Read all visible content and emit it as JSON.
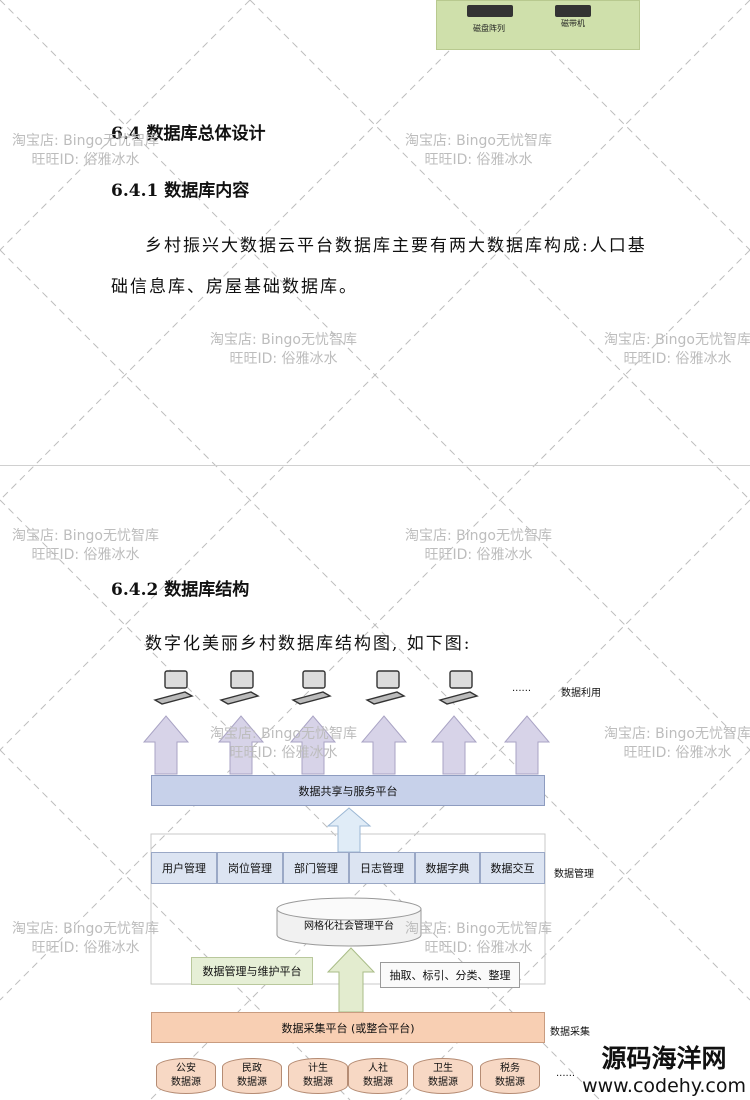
{
  "top_image": {
    "labels": [
      "磁盘阵列",
      "磁带机"
    ]
  },
  "section_6_4": {
    "title": "6.4 数据库总体设计"
  },
  "section_6_4_1": {
    "title": "6.4.1 数据库内容",
    "para_line1": "乡村振兴大数据云平台数据库主要有两大数据库构成:人口基",
    "para_line2": "础信息库、房屋基础数据库。"
  },
  "section_6_4_2": {
    "title": "6.4.2 数据库结构",
    "intro": "数字化美丽乡村数据库结构图, 如下图:"
  },
  "watermark": {
    "line1": "淘宝店: Bingo无忧智库",
    "line2": "旺旺ID: 俗雅冰水"
  },
  "diagram": {
    "ellipsis": "......",
    "label_data_use": "数据利用",
    "sharing_platform": "数据共享与服务平台",
    "modules": [
      "用户管理",
      "岗位管理",
      "部门管理",
      "日志管理",
      "数据字典",
      "数据交互"
    ],
    "label_data_mgmt": "数据管理",
    "grid_platform": "网格化社会管理平台",
    "maintenance_platform": "数据管理与维护平台",
    "extract_box": "抽取、标引、分类、整理",
    "collection_platform": "数据采集平台 (或整合平台)",
    "label_data_collect": "数据采集",
    "sources": [
      {
        "name": "公安",
        "sub": "数据源"
      },
      {
        "name": "民政",
        "sub": "数据源"
      },
      {
        "name": "计生",
        "sub": "数据源"
      },
      {
        "name": "人社",
        "sub": "数据源"
      },
      {
        "name": "卫生",
        "sub": "数据源"
      },
      {
        "name": "税务",
        "sub": "数据源"
      }
    ],
    "source_ellipsis": "......",
    "colors": {
      "arrow": "#d7d3e8",
      "platform": "#c7d1ea",
      "collect": "#f8cfb3",
      "maint": "#e6efd6"
    }
  },
  "branding": {
    "name": "源码海洋网",
    "url": "www.codehy.com"
  }
}
